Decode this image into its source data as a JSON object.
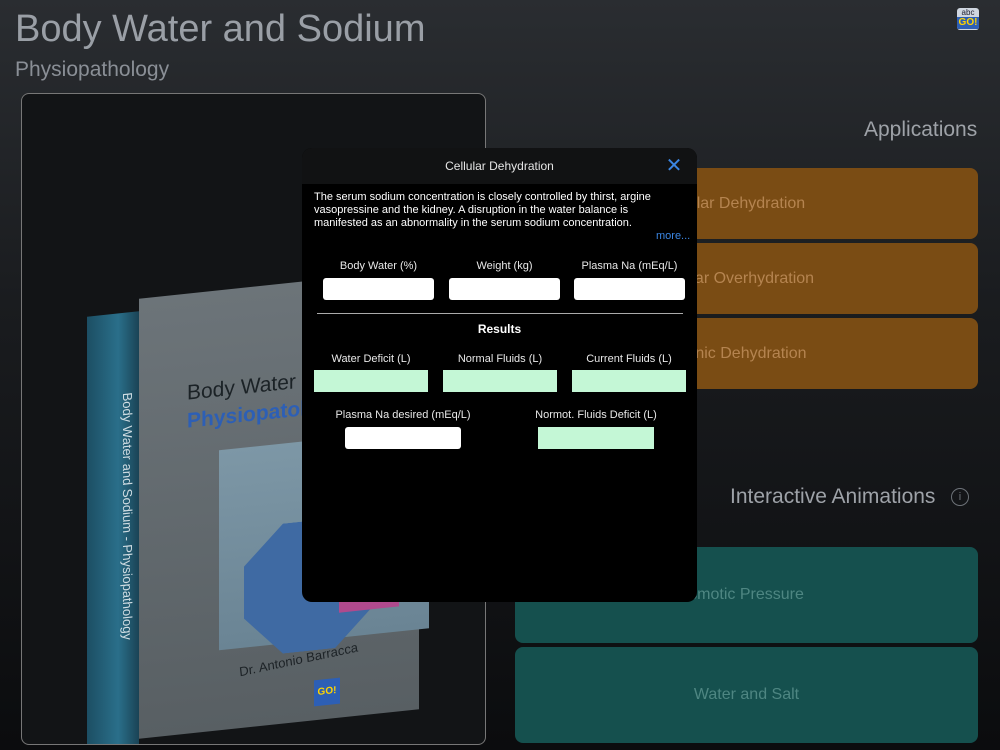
{
  "header": {
    "title": "Body Water and Sodium",
    "subtitle": "Physiopathology"
  },
  "logo": {
    "top_text": "abc",
    "go_text": "GO!"
  },
  "book": {
    "spine_text": "Body Water and Sodium - Physiopathology",
    "cover_title_line1": "Body Water an",
    "cover_title_line2": "Physiopatolog",
    "author": "Dr. Antonio Barracca",
    "logo_text": "GO!"
  },
  "applications": {
    "heading": "Applications",
    "items": [
      {
        "label": "ular Dehydration"
      },
      {
        "label": "lular Overhydration"
      },
      {
        "label": "onic Dehydration"
      }
    ]
  },
  "animations": {
    "heading": "Interactive Animations",
    "info_symbol": "i",
    "items": [
      {
        "label": "smotic Pressure"
      },
      {
        "label": "Water and Salt"
      }
    ]
  },
  "modal": {
    "title": "Cellular Dehydration",
    "close_symbol": "✕",
    "description": "The serum sodium concentration is closely controlled by thirst, argine vasopressine and the kidney. A disruption in the water balance is manifested as an abnormality in the serum sodium concentration.",
    "more_label": "more...",
    "inputs": {
      "body_water": {
        "label": "Body Water (%)",
        "value": ""
      },
      "weight": {
        "label": "Weight (kg)",
        "value": ""
      },
      "plasma_na": {
        "label": "Plasma Na (mEq/L)",
        "value": ""
      }
    },
    "results_heading": "Results",
    "results": {
      "water_deficit": {
        "label": "Water Deficit (L)",
        "value": ""
      },
      "normal_fluids": {
        "label": "Normal Fluids (L)",
        "value": ""
      },
      "current_fluids": {
        "label": "Current Fluids (L)",
        "value": ""
      },
      "plasma_na_desired": {
        "label": "Plasma Na desired (mEq/L)",
        "value": ""
      },
      "normot_fluids_deficit": {
        "label": "Normot. Fluids Deficit (L)",
        "value": ""
      }
    }
  },
  "colors": {
    "accent_blue": "#3b86e3",
    "result_green": "#c4f7d6",
    "orange_button": "#7a4c14",
    "teal_button": "#15504e"
  }
}
